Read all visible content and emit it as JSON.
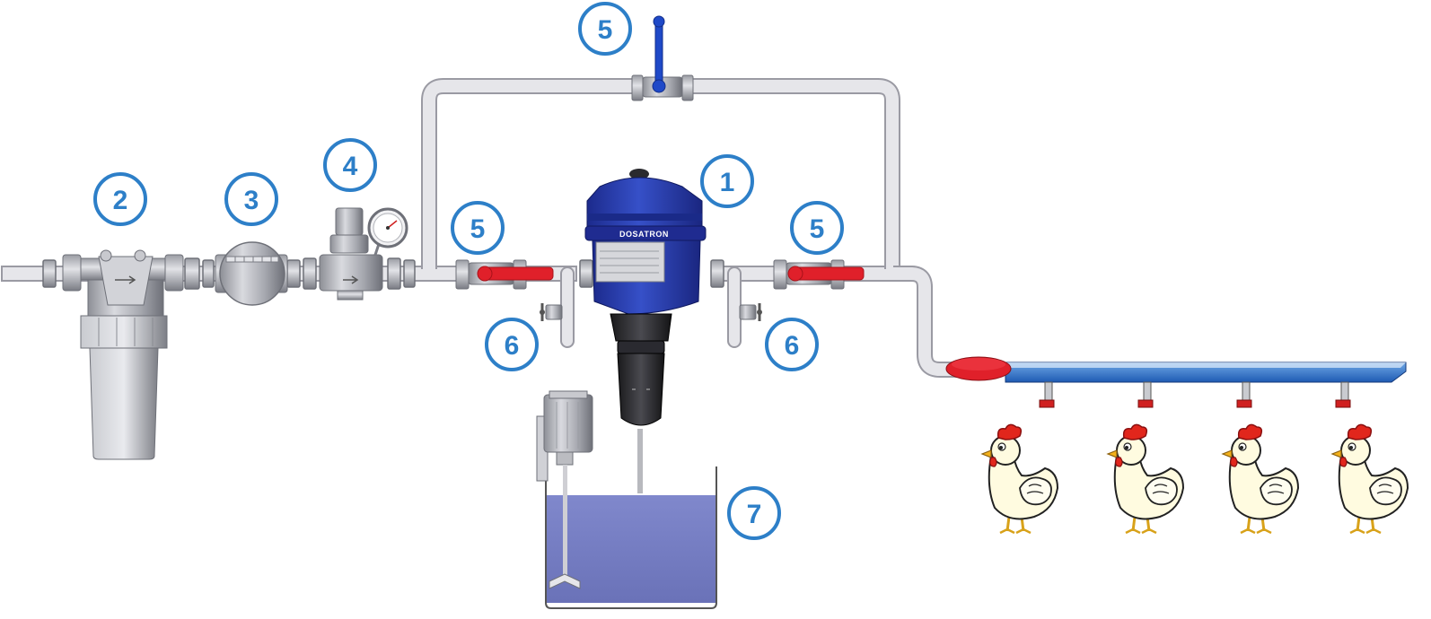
{
  "diagram": {
    "dosatron_brand": "DOSATRON",
    "labels": {
      "dosatron_unit": "1",
      "filter": "2",
      "water_meter": "3",
      "pressure_reducer": "4",
      "bypass_valve": "5",
      "inlet_valve": "5",
      "outlet_valve": "5",
      "inlet_drain": "6",
      "outlet_drain": "6",
      "stock_tank": "7"
    },
    "colors": {
      "badge": "#2d7fc8",
      "pipe_fill": "#e6e6ea",
      "pipe_stroke": "#9a9aa3",
      "valve_red": "#e0202a",
      "bypass_handle_blue": "#1f49c8",
      "dosatron_blue": "#2a3fae",
      "tank_liquid": "#7a82c4",
      "drinker_line": "#2f6fc4",
      "hen_comb": "#e1261c"
    },
    "icons": {
      "chicken": "chicken-icon",
      "filter": "filter-icon",
      "meter": "water-meter-icon",
      "gauge": "pressure-gauge-icon",
      "mixer": "mixer-motor-icon"
    }
  }
}
